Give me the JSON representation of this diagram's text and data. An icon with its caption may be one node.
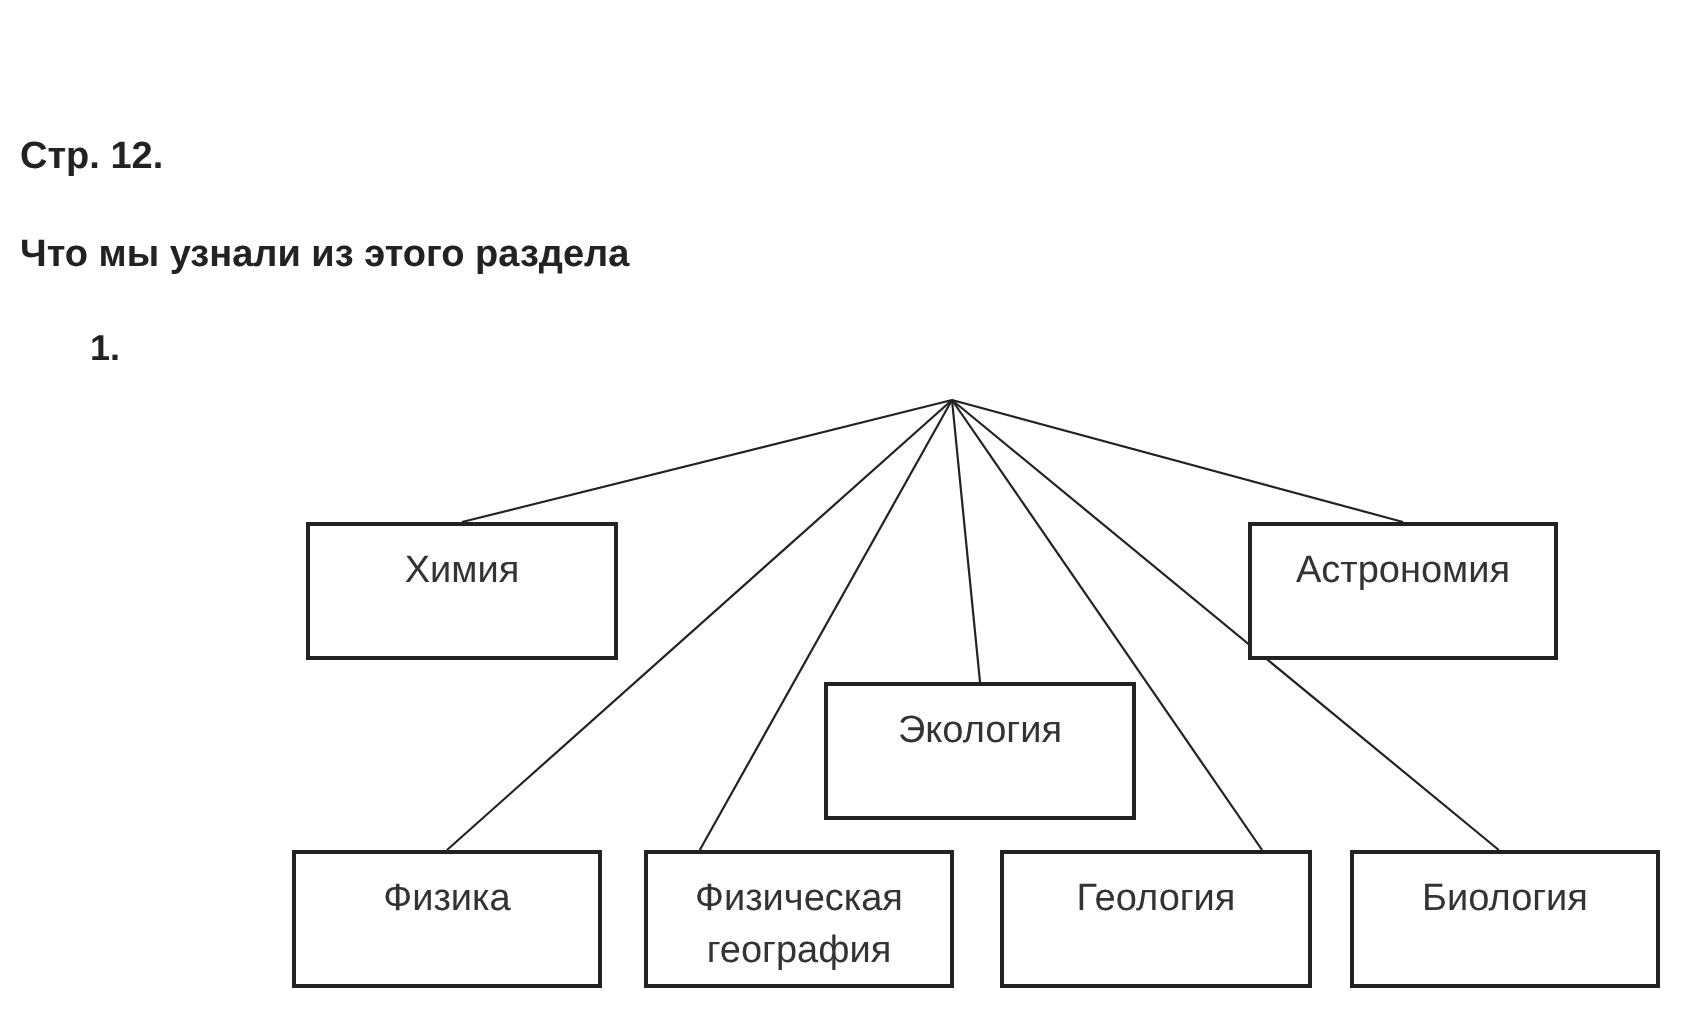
{
  "diagram": {
    "title": "Стр. 12.",
    "nodes": [
      {
        "text": [
          "Химия"
        ]
      },
      {
        "text": [
          "Астрономия"
        ]
      },
      {
        "text": [
          "Экология"
        ]
      },
      {
        "text": [
          "Физика"
        ]
      },
      {
        "text": [
          "Физическая география"
        ]
      },
      {
        "text": [
          "Геология"
        ]
      },
      {
        "text": [
          "Биология"
        ]
      }
    ],
    "edges": [
      {
        "from": null,
        "to": 0,
        "arrow": "none"
      },
      {
        "from": null,
        "to": 1,
        "arrow": "none"
      },
      {
        "from": null,
        "to": 2,
        "arrow": "none"
      },
      {
        "from": null,
        "to": 3,
        "arrow": "none"
      },
      {
        "from": null,
        "to": 4,
        "arrow": "none"
      },
      {
        "from": null,
        "to": 5,
        "arrow": "none"
      },
      {
        "from": null,
        "to": 6,
        "arrow": "none"
      }
    ],
    "labels": [
      "Что мы узнали из этого раздела",
      "1."
    ]
  }
}
